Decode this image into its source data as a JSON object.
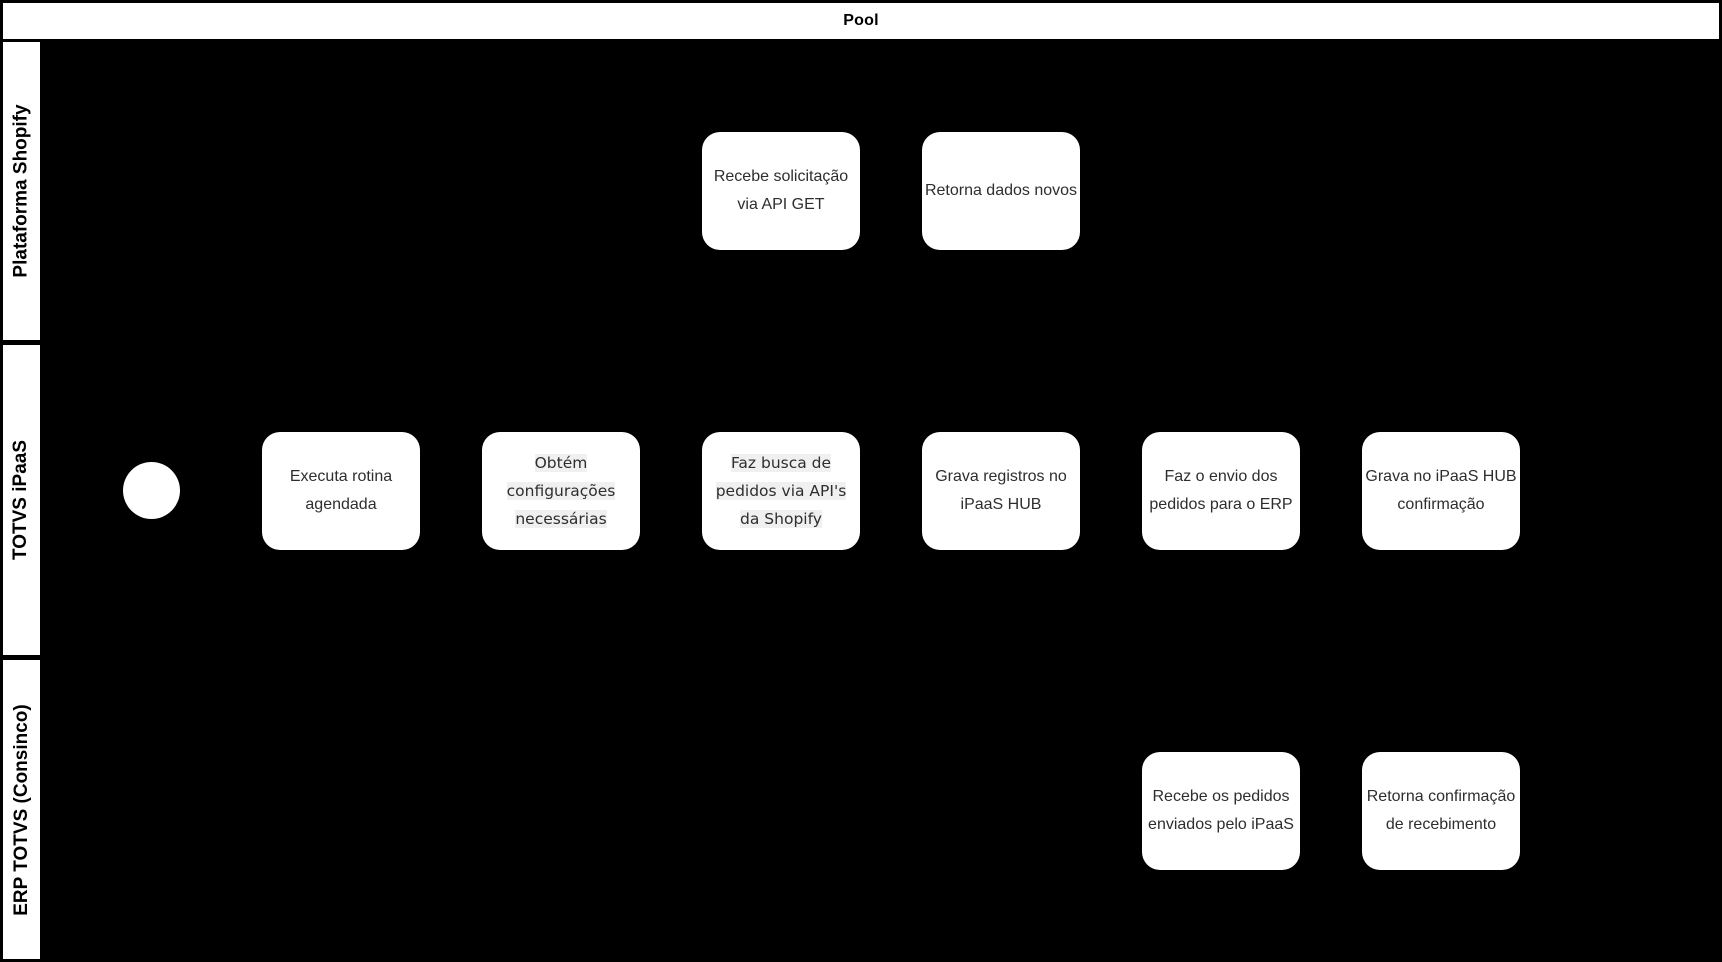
{
  "pool": {
    "title": "Pool"
  },
  "lanes": [
    {
      "id": "plataforma-shopify",
      "label": "Plataforma Shopify"
    },
    {
      "id": "totvs-ipaas",
      "label": "TOTVS iPaaS"
    },
    {
      "id": "erp-totvs-consinco",
      "label": "ERP TOTVS (Consinco)"
    }
  ],
  "nodes": [
    {
      "id": "start-event",
      "type": "start_event",
      "lane": "TOTVS iPaaS",
      "label": ""
    },
    {
      "id": "recebe-solicitacao",
      "type": "task",
      "lane": "Plataforma Shopify",
      "label": "Recebe solicitação\nvia API GET"
    },
    {
      "id": "retorna-dados-novos",
      "type": "task",
      "lane": "Plataforma Shopify",
      "label": "Retorna dados novos"
    },
    {
      "id": "executa-rotina",
      "type": "task",
      "lane": "TOTVS iPaaS",
      "label": "Executa rotina\nagendada"
    },
    {
      "id": "obtem-configuracoes",
      "type": "task",
      "lane": "TOTVS iPaaS",
      "label": "Obtém\nconfigurações\nnecessárias"
    },
    {
      "id": "faz-busca-pedidos",
      "type": "task",
      "lane": "TOTVS iPaaS",
      "label": "Faz busca de\npedidos via API's\nda Shopify"
    },
    {
      "id": "grava-registros",
      "type": "task",
      "lane": "TOTVS iPaaS",
      "label": "Grava registros no\niPaaS HUB"
    },
    {
      "id": "faz-envio-pedidos",
      "type": "task",
      "lane": "TOTVS iPaaS",
      "label": "Faz o envio dos\npedidos para o ERP"
    },
    {
      "id": "grava-no-ipaas-confirmacao",
      "type": "task",
      "lane": "TOTVS iPaaS",
      "label": "Grava no iPaaS HUB\nconfirmação"
    },
    {
      "id": "recebe-pedidos-erp",
      "type": "task",
      "lane": "ERP TOTVS (Consinco)",
      "label": "Recebe os pedidos\nenviados pelo iPaaS"
    },
    {
      "id": "retorna-confirmacao-recebimento",
      "type": "task",
      "lane": "ERP TOTVS (Consinco)",
      "label": "Retorna confirmação\nde recebimento"
    }
  ],
  "colors": {
    "pool_background": "#000000",
    "shape_fill": "#ffffff",
    "task_text": "#2e2e2e",
    "heading_text": "#000000",
    "alt_line_highlight": "#f0f0f0"
  }
}
